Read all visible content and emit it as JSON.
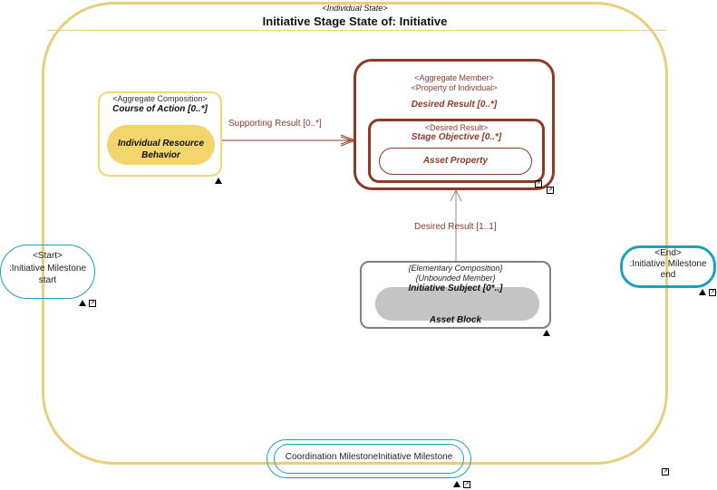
{
  "frame": {
    "stereotype": "<Individual State>",
    "title": "Initiative Stage State of: Initiative"
  },
  "course_of_action": {
    "stereotype": "<Aggregate Composition>",
    "name": "Course of Action [0..*]",
    "inner_line1": "Individual Resource",
    "inner_line2": "Behavior"
  },
  "desired_result_outer": {
    "stereotype1": "<Aggregate Member>",
    "stereotype2": "<Property of Individual>",
    "name": "Desired Result [0..*]"
  },
  "stage_objective": {
    "stereotype": "<Desired Result>",
    "name": "Stage Objective [0..*]",
    "inner": "Asset Property"
  },
  "asset_block": {
    "stereotype1": "{Elementary Composition}",
    "stereotype2": "{Unbounded Member}",
    "name": "Initiative Subject [0*..]",
    "inner": "Asset Block"
  },
  "start": {
    "stereotype": "<Start>",
    "line1": ":Initiative Milestone",
    "line2": "start"
  },
  "end": {
    "stereotype": "<End>",
    "line1": ":Initiative Milestone",
    "line2": "end"
  },
  "coordination": {
    "label": "Coordination MilestoneInitiative Milestone"
  },
  "connectors": {
    "supporting_result": "Supporting Result [0..*]",
    "desired_result": "Desired Result [1..1]"
  },
  "colors": {
    "frame": "#e8cf7c",
    "course": "#f0d96a",
    "brown": "#8b3a2a",
    "gray": "#7f7f7f",
    "milestone": "#1d9fbf"
  },
  "icons": [
    "warning-icon",
    "link-icon"
  ]
}
